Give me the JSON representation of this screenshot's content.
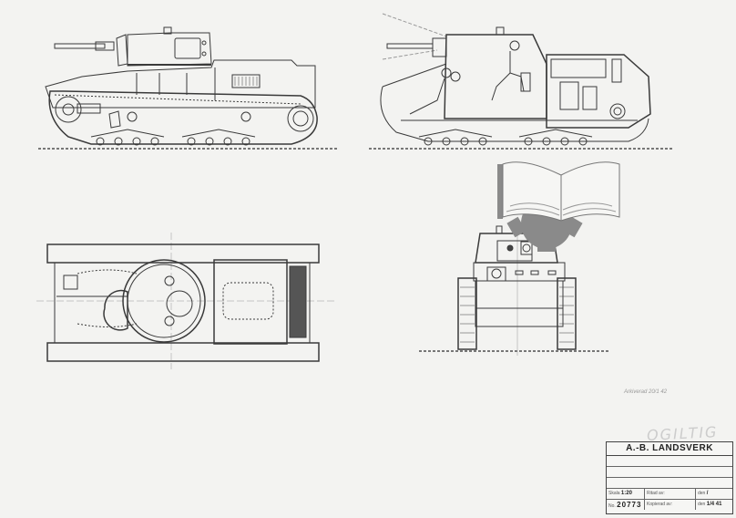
{
  "drawing": {
    "type": "technical blueprint",
    "subject": "light tank with three-view and cutaway",
    "views": [
      {
        "name": "side-elevation",
        "label": ""
      },
      {
        "name": "side-cutaway",
        "label": ""
      },
      {
        "name": "top-plan",
        "label": ""
      },
      {
        "name": "front-elevation",
        "label": ""
      }
    ],
    "colors": {
      "paper": "#f3f3f1",
      "line": "#3a3a3a",
      "logo": "#8a8a8a"
    }
  },
  "annotation": {
    "text": "Arkiverad 20/1 42"
  },
  "stamp": {
    "text": "OGILTIG"
  },
  "title_block": {
    "company": "A.-B. LANDSVERK",
    "rows": [
      "",
      "",
      ""
    ],
    "cells": {
      "size_label": "Skala",
      "size_value": "1:20",
      "no_label": "No.",
      "no_value": "20773",
      "drawn_label": "Ritad av:",
      "drawn_date_label": "den",
      "drawn_date_value": "/",
      "copied_label": "Kopierad av:",
      "copied_date_label": "den",
      "copied_date_value": "1/4 41"
    }
  },
  "logo": {
    "name": "open-book-gear-watermark"
  }
}
